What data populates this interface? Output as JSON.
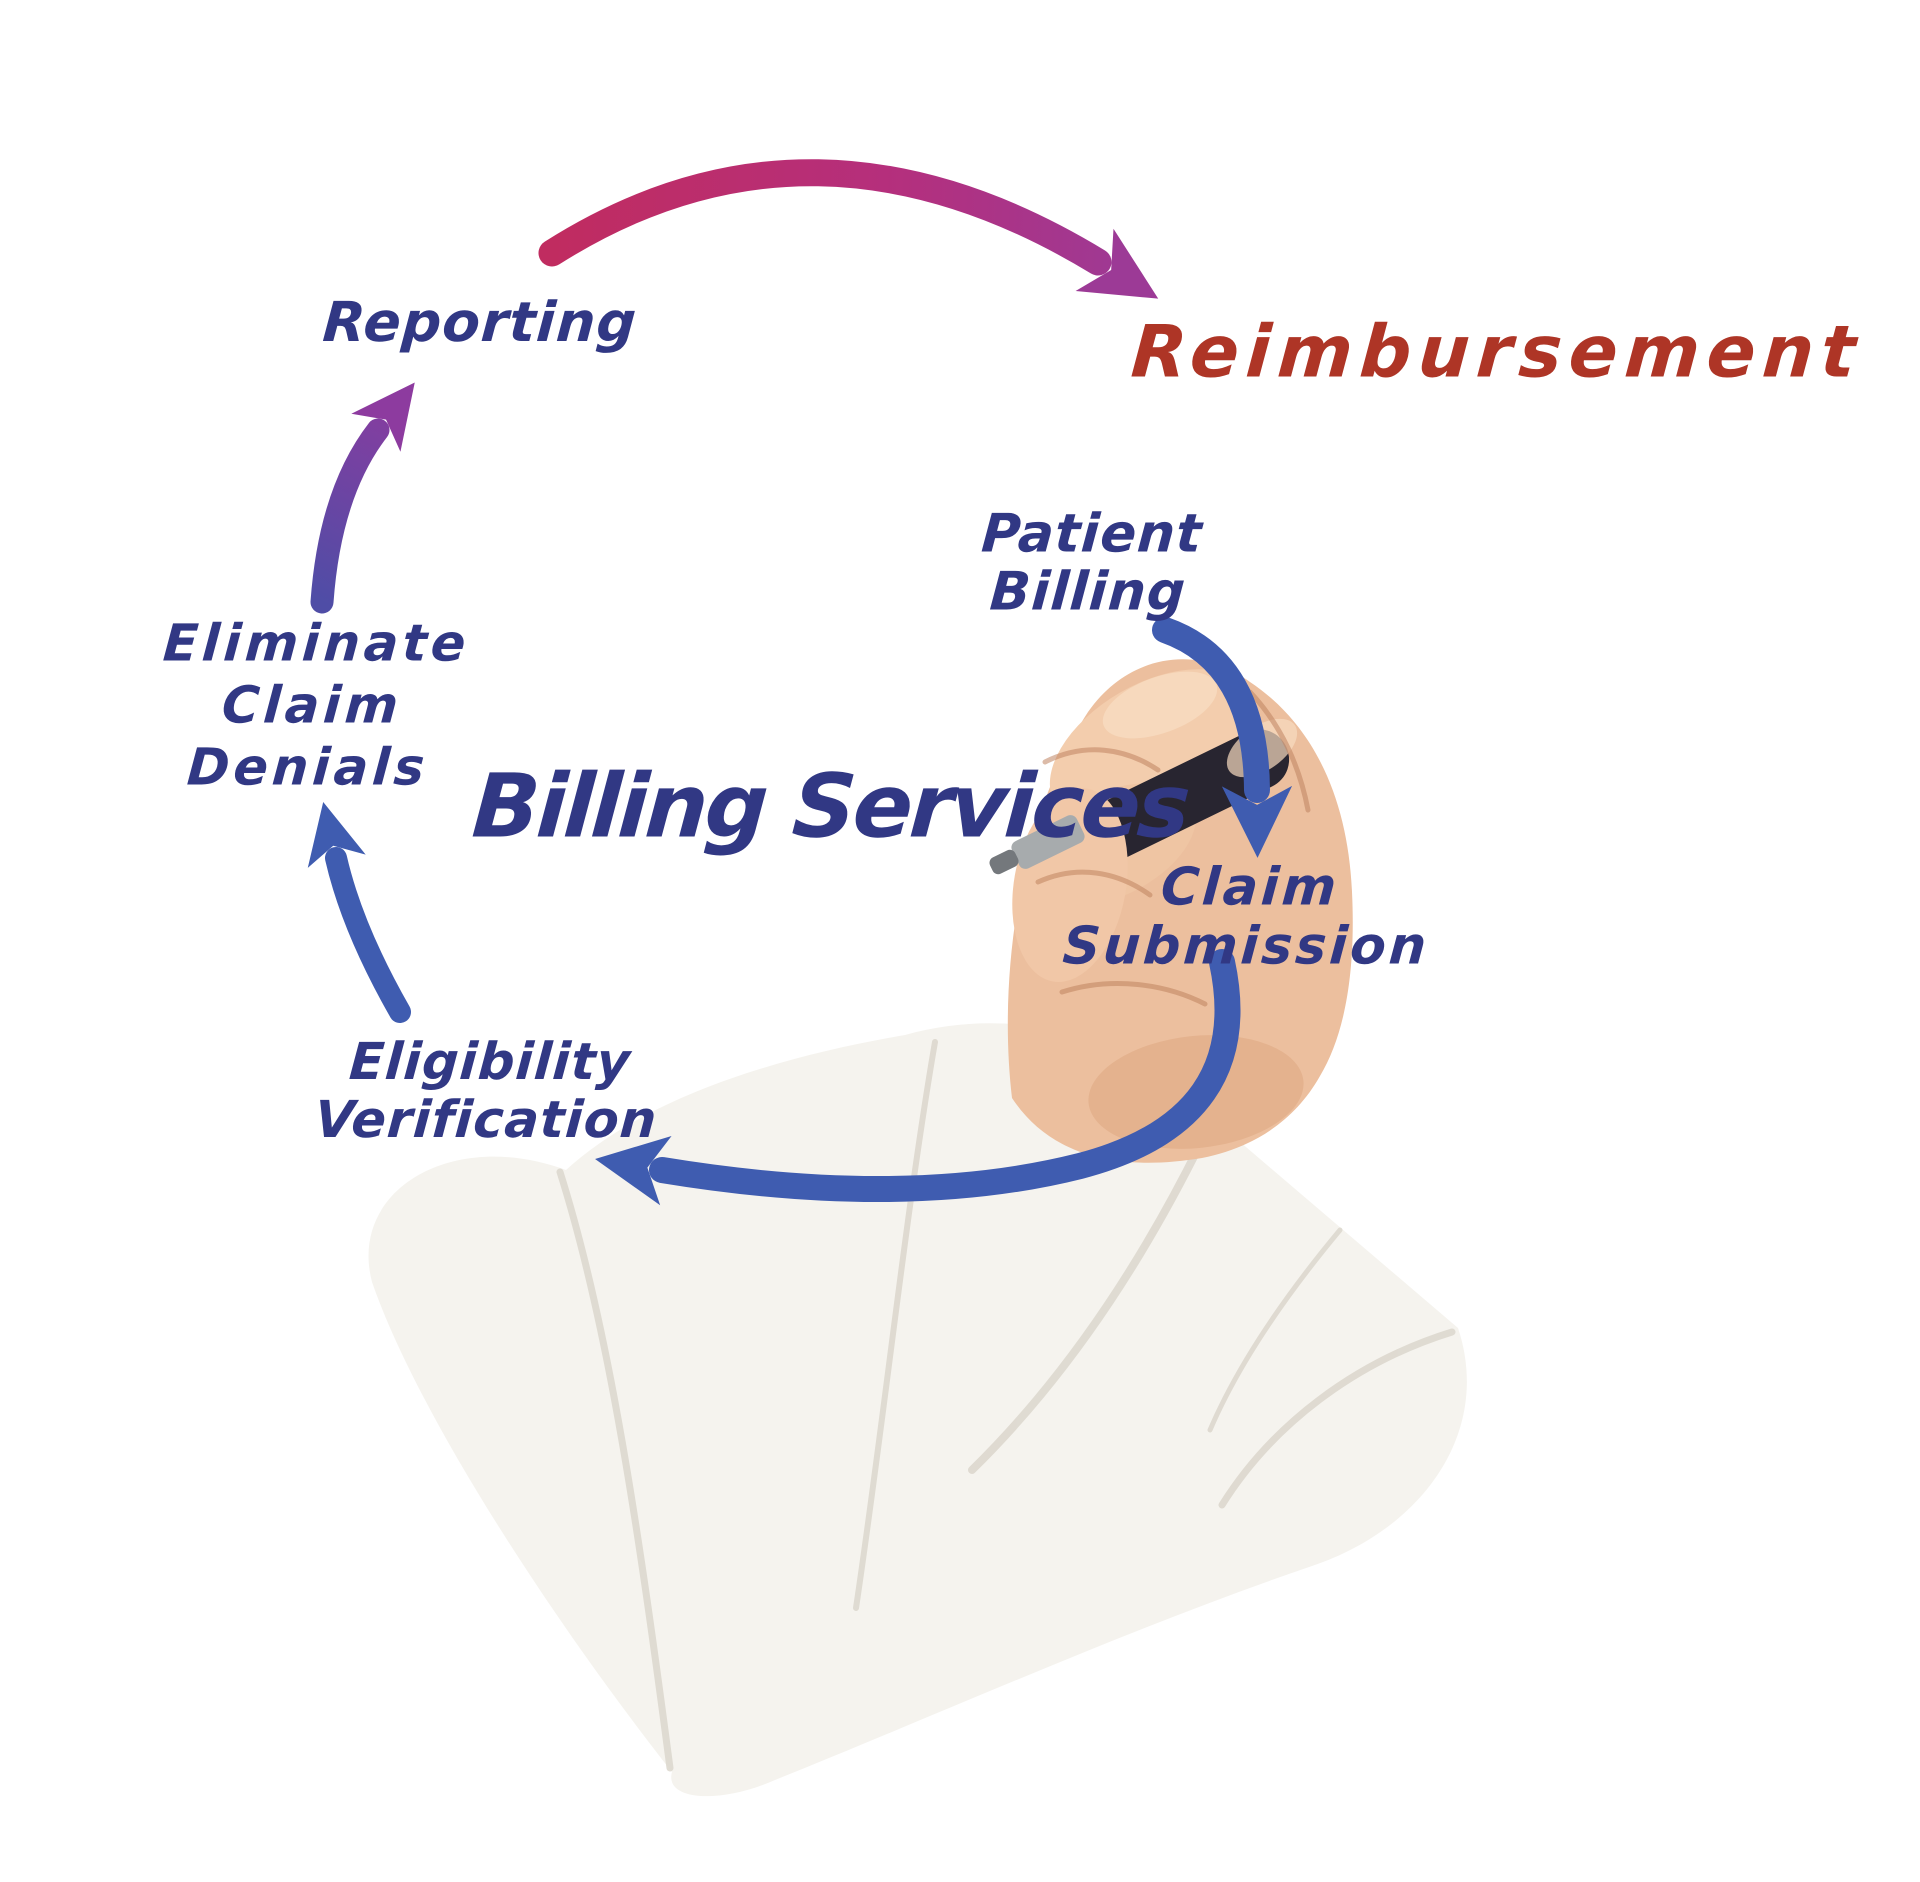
{
  "canvas": {
    "background": "#ffffff"
  },
  "diagram": {
    "center_label": "Billing Services",
    "nodes": {
      "billing_services": {
        "label": "Billing Services",
        "color": "#313884"
      },
      "reporting": {
        "label": "Reporting",
        "color": "#313884"
      },
      "reimbursement": {
        "label": "Reimbursement",
        "color": "#ae3526"
      },
      "patient_billing": {
        "label": "Patient\nBilling",
        "color": "#313884"
      },
      "claim_submission": {
        "label": "Claim\nSubmission",
        "color": "#313884"
      },
      "eliminate_claim_denials": {
        "label": "Eliminate\nClaim\nDenials",
        "color": "#313884"
      },
      "eligibility_verification": {
        "label": "Eligibility\nVerification",
        "color": "#313884"
      }
    },
    "arrows": [
      {
        "name": "reporting-to-reimbursement",
        "from": "Reporting",
        "to": "Reimbursement",
        "style": "magenta-gradient"
      },
      {
        "name": "patient-billing-to-claim-submission",
        "from": "Patient Billing",
        "to": "Claim Submission",
        "style": "blue"
      },
      {
        "name": "claim-submission-to-eligibility-verification",
        "from": "Claim Submission",
        "to": "Eligibility Verification",
        "style": "blue"
      },
      {
        "name": "eligibility-verification-to-eliminate-claim-denials",
        "from": "Eligibility Verification",
        "to": "Eliminate Claim Denials",
        "style": "blue"
      },
      {
        "name": "eliminate-claim-denials-to-reporting",
        "from": "Eliminate Claim Denials",
        "to": "Reporting",
        "style": "purple-gradient"
      }
    ],
    "colors": {
      "navy": "#313884",
      "red": "#ae3526",
      "blue": "#3f5cb0",
      "magenta_start": "#c02c60",
      "magenta_mid": "#b52f7c",
      "magenta_end": "#9c3a96",
      "purple_start": "#4f4da6",
      "purple_end": "#8d3b9f",
      "skin": "#ecbf9e",
      "skin_light": "#f3cdad",
      "skin_mid": "#efc5a3",
      "skin_thumb": "#f1c7a7",
      "skin_shade": "#e2ad88",
      "skin_highlight": "#f8dcc0",
      "skin_crease": "#c08460",
      "sleeve": "#f5f3ee",
      "sleeve_fold": "#ddd8ce",
      "marker_body": "#282530",
      "marker_ferrule": "#a7abad",
      "marker_nib": "#74787c"
    }
  },
  "photo": {
    "hand": "fist gripping a marker",
    "marker": "black marker pen with grey tip",
    "sleeve": "white shirt sleeve"
  }
}
